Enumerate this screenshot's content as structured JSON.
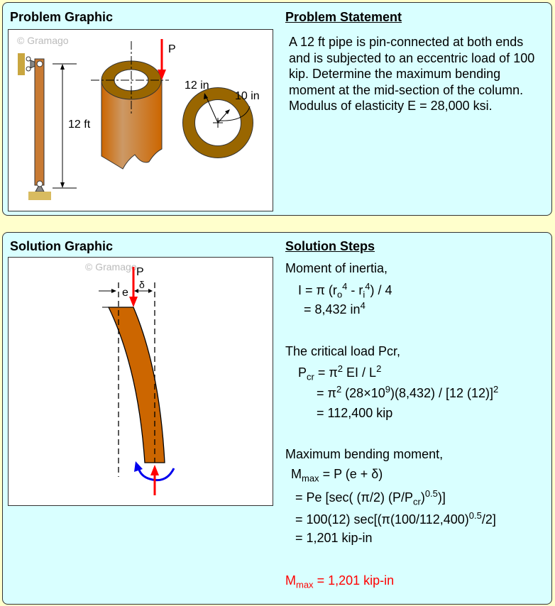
{
  "problem": {
    "graphic_title": "Problem Graphic",
    "statement_title": "Problem Statement",
    "statement": "A 12 ft pipe is pin-connected at both ends and is subjected to an eccentric load of 100 kip. Determine the maximum bending moment at the mid-section of the column. Modulus of elasticity E = 28,000 ksi.",
    "labels": {
      "watermark": "© Gramago",
      "length": "12 ft",
      "load": "P",
      "outer": "12 in",
      "inner": "10 in"
    }
  },
  "solution": {
    "graphic_title": "Solution Graphic",
    "steps_title": "Solution Steps",
    "labels": {
      "watermark": "© Gramago",
      "load": "P",
      "ecc": "e",
      "defl": "δ"
    },
    "lines": [
      [
        {
          "t": "Moment of inertia,"
        }
      ],
      [
        {
          "t": "I = π (r"
        },
        {
          "t": "o",
          "s": "sub"
        },
        {
          "t": "4",
          "s": "sup"
        },
        {
          "t": " - r"
        },
        {
          "t": "i",
          "s": "sub"
        },
        {
          "t": "4",
          "s": "sup"
        },
        {
          "t": ") / 4"
        }
      ],
      [
        {
          "t": "= 8,432 in"
        },
        {
          "t": "4",
          "s": "sup"
        }
      ],
      [
        {
          "t": "The critical load Pcr,"
        }
      ],
      [
        {
          "t": "P"
        },
        {
          "t": "cr",
          "s": "sub"
        },
        {
          "t": " = π"
        },
        {
          "t": "2",
          "s": "sup"
        },
        {
          "t": " EI / L"
        },
        {
          "t": "2",
          "s": "sup"
        }
      ],
      [
        {
          "t": "= π"
        },
        {
          "t": "2",
          "s": "sup"
        },
        {
          "t": " (28×10"
        },
        {
          "t": "9",
          "s": "sup"
        },
        {
          "t": ")(8,432) / [12 (12)]"
        },
        {
          "t": "2",
          "s": "sup"
        }
      ],
      [
        {
          "t": "= 112,400 kip"
        }
      ],
      [
        {
          "t": "Maximum bending moment,"
        }
      ],
      [
        {
          "t": "M"
        },
        {
          "t": "max",
          "s": "sub"
        },
        {
          "t": " = P (e + δ)"
        }
      ],
      [
        {
          "t": "= Pe [sec( (π/2) (P/P"
        },
        {
          "t": "cr",
          "s": "sub"
        },
        {
          "t": ")"
        },
        {
          "t": "0.5",
          "s": "sup"
        },
        {
          "t": ")]"
        }
      ],
      [
        {
          "t": "= 100(12) sec[(π(100/112,400)"
        },
        {
          "t": "0.5",
          "s": "sup"
        },
        {
          "t": "/2]"
        }
      ],
      [
        {
          "t": "= 1,201 kip-in"
        }
      ],
      [
        {
          "t": "M"
        },
        {
          "t": "max",
          "s": "sub"
        },
        {
          "t": " = 1,201 kip-in"
        }
      ]
    ]
  },
  "colors": {
    "background": "#ffffcc",
    "panel": "#d9ffff",
    "pipe": "#cc6600",
    "ring": "#996600",
    "load": "#ff0000",
    "moment": "#0000ee"
  }
}
